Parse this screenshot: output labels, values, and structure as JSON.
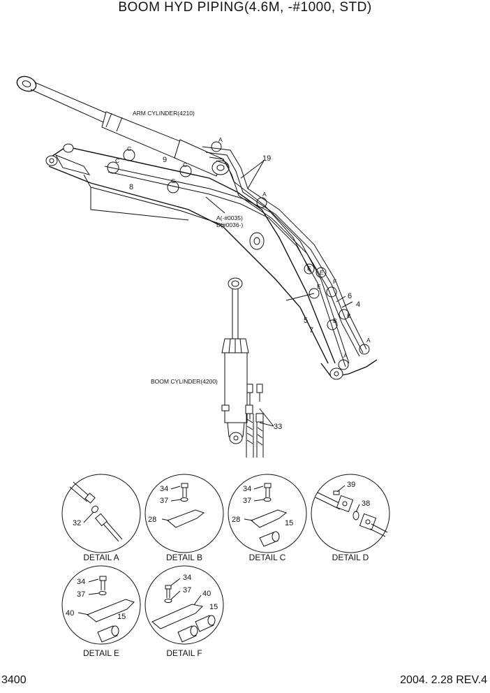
{
  "title": "BOOM HYD PIPING(4.6M, -#1000, STD)",
  "page_number": "3400",
  "revision": "2004. 2.28  REV.4",
  "labels": {
    "arm_cylinder": "ARM CYLINDER(4210)",
    "boom_cylinder": "BOOM CYLINDER(4200)",
    "a_note": "A(-#0035)",
    "d_note": "D(#0036-)"
  },
  "callouts": {
    "n19": "19",
    "n9": "9",
    "n8": "8",
    "n6": "6",
    "n4": "4",
    "n5": "5",
    "n7": "7",
    "n33": "33",
    "a": "A",
    "b": "B",
    "c": "C",
    "e": "E",
    "f": "F"
  },
  "details": [
    {
      "caption": "DETAIL A",
      "parts": [
        "32"
      ]
    },
    {
      "caption": "DETAIL B",
      "parts": [
        "34",
        "37",
        "28"
      ]
    },
    {
      "caption": "DETAIL C",
      "parts": [
        "34",
        "37",
        "28",
        "15"
      ]
    },
    {
      "caption": "DETAIL D",
      "parts": [
        "39",
        "38"
      ]
    },
    {
      "caption": "DETAIL E",
      "parts": [
        "34",
        "37",
        "40",
        "15"
      ]
    },
    {
      "caption": "DETAIL F",
      "parts": [
        "34",
        "37",
        "40",
        "15"
      ]
    }
  ]
}
